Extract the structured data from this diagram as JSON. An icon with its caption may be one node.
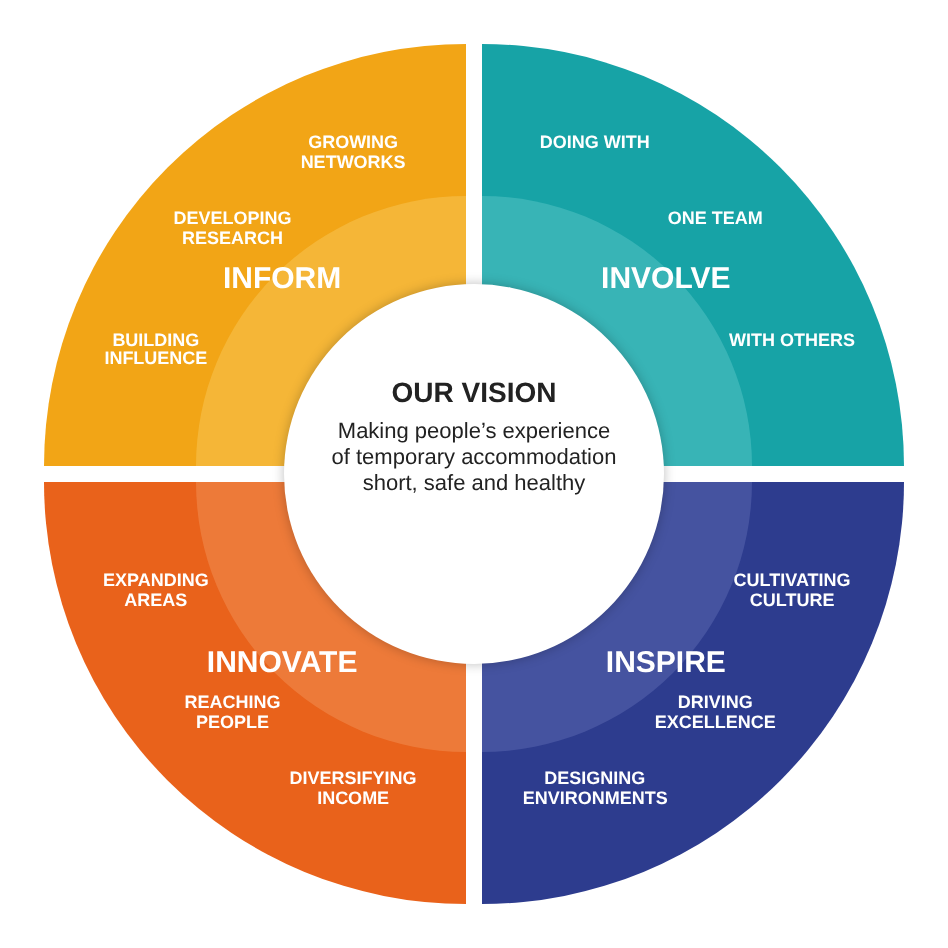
{
  "diagram": {
    "nodes": [
      {
        "text": [
          "INFORM",
          "GROWING NETWORKS",
          "DEVELOPING RESEARCH",
          "BUILDING INFLUENCE"
        ]
      },
      {
        "text": [
          "INVOLVE",
          "DOING WITH",
          "ONE TEAM",
          "WITH OTHERS"
        ]
      },
      {
        "text": [
          "OUR VISION",
          "Making people’s experience of temporary accommodation short, safe and healthy"
        ]
      },
      {
        "text": [
          "INNOVATE",
          "EXPANDING AREAS",
          "REACHING PEOPLE",
          "DIVERSIFYING INCOME"
        ]
      },
      {
        "text": [
          "INSPIRE",
          "CULTIVATING CULTURE",
          "DRIVING EXCELLENCE",
          "DESIGNING ENVIRONMENTS"
        ]
      }
    ],
    "edges": []
  }
}
